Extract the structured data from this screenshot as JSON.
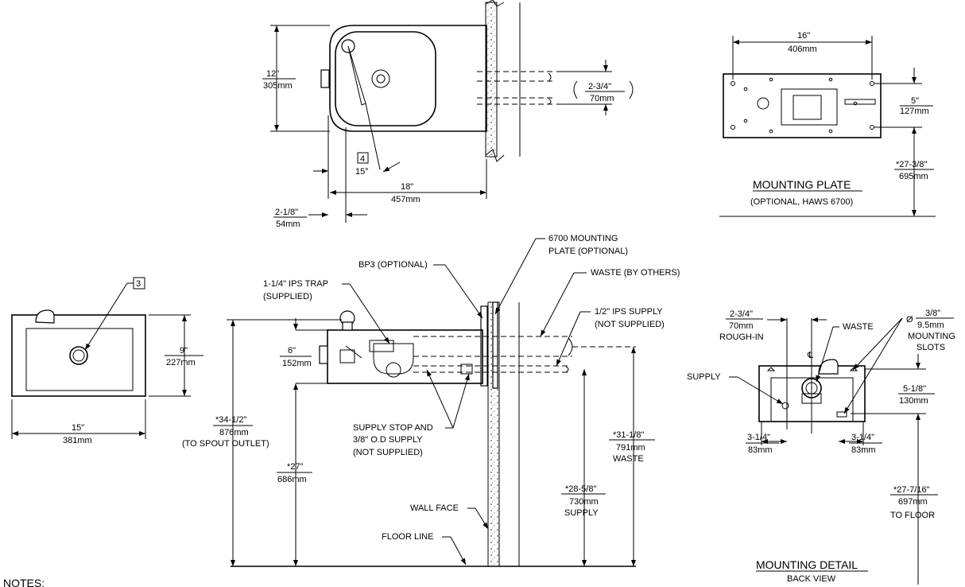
{
  "top_view": {
    "depth_in": "12\"",
    "depth_mm": "305mm",
    "width_in": "18\"",
    "width_mm": "457mm",
    "offset_in": "2-1/8\"",
    "offset_mm": "54mm",
    "pipe_in": "2-3/4\"",
    "pipe_mm": "70mm",
    "note_num": "4",
    "angle": "15°"
  },
  "mounting_plate": {
    "width_in": "16\"",
    "width_mm": "406mm",
    "height_in": "5\"",
    "height_mm": "127mm",
    "floor_in": "*27-3/8\"",
    "floor_mm": "695mm",
    "title": "MOUNTING PLATE",
    "subtitle": "(OPTIONAL, HAWS 6700)",
    "plate_label": "6700 MOUNTING PLATE"
  },
  "front_view": {
    "note_num": "3",
    "height_in": "9\"",
    "height_mm": "227mm",
    "width_in": "15\"",
    "width_mm": "381mm"
  },
  "side_view": {
    "callouts": {
      "bp3": "BP3 (OPTIONAL)",
      "mounting_plate_1": "6700 MOUNTING",
      "mounting_plate_2": "PLATE (OPTIONAL)",
      "trap_1": "1-1/4\" IPS TRAP",
      "trap_2": "(SUPPLIED)",
      "waste": "WASTE (BY OTHERS)",
      "supply_1": "1/2\" IPS SUPPLY",
      "supply_2": "(NOT SUPPLIED)",
      "stop_1": "SUPPLY STOP AND",
      "stop_2": "3/8\" O.D SUPPLY",
      "stop_3": "(NOT SUPPLIED)",
      "wall_face": "WALL FACE",
      "floor_line": "FLOOR LINE"
    },
    "basin_in": "6\"",
    "basin_mm": "152mm",
    "spout_in": "*34-1/2\"",
    "spout_mm": "876mm",
    "spout_note": "(TO SPOUT OUTLET)",
    "rim_in": "*27\"",
    "rim_mm": "686mm",
    "waste_in": "*31-1/8\"",
    "waste_mm": "791mm",
    "waste_note": "WASTE",
    "supply_in": "*28-5/8\"",
    "supply_mm": "730mm",
    "supply_note": "SUPPLY"
  },
  "mounting_detail": {
    "roughin_in": "2-3/4\"",
    "roughin_mm": "70mm",
    "roughin_note": "ROUGH-IN",
    "waste": "WASTE",
    "slot_in": "3/8\"",
    "slot_mm": "9.5mm",
    "slot_note_1": "MOUNTING",
    "slot_note_2": "SLOTS",
    "slot_prefix": "Ø",
    "supply": "SUPPLY",
    "cl": "℄",
    "height_in": "5-1/8\"",
    "height_mm": "130mm",
    "left_in": "3-1/4\"",
    "left_mm": "83mm",
    "right_in": "3-1/4\"",
    "right_mm": "83mm",
    "floor_in": "*27-7/16\"",
    "floor_mm": "697mm",
    "floor_note": "TO FLOOR",
    "title": "MOUNTING DETAIL",
    "subtitle": "BACK VIEW"
  },
  "notes_title": "NOTES:"
}
